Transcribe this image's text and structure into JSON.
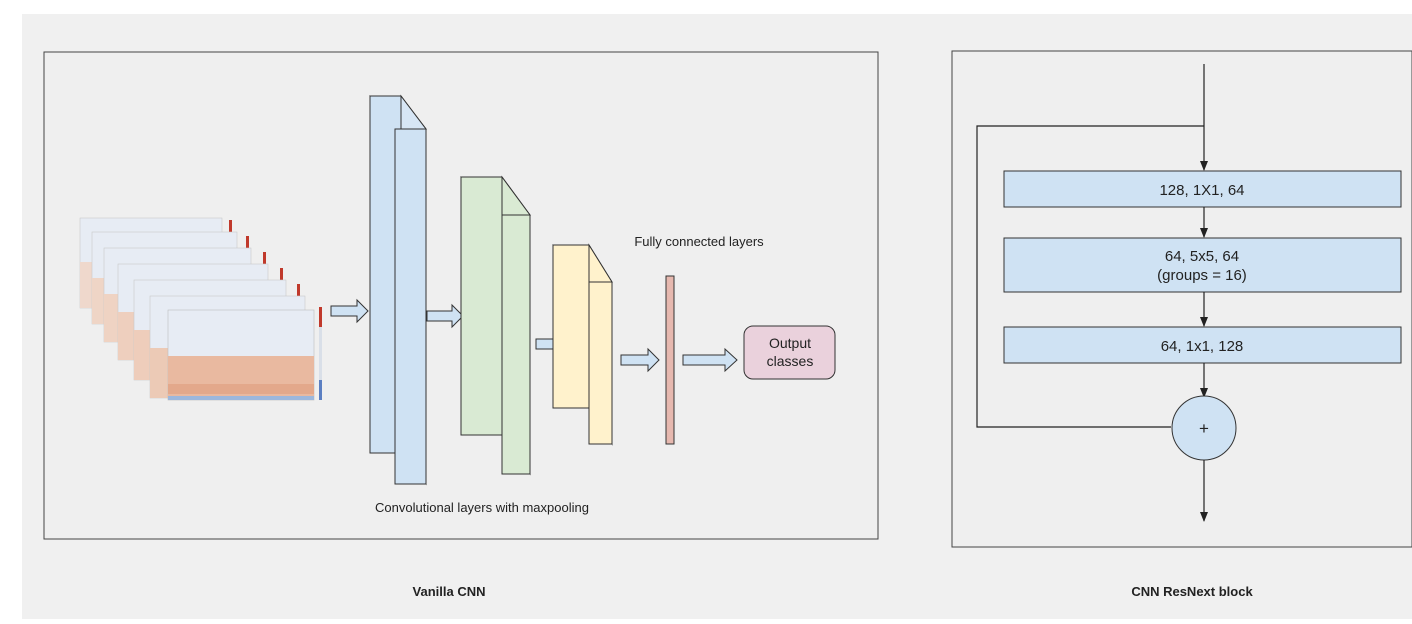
{
  "left_panel": {
    "caption": "Vanilla CNN",
    "fc_label": "Fully connected layers",
    "conv_label": "Convolutional layers with maxpooling",
    "output_line1": "Output",
    "output_line2": "classes"
  },
  "right_panel": {
    "caption": "CNN ResNext block",
    "block1": "128, 1X1, 64",
    "block2_line1": "64, 5x5, 64",
    "block2_line2": "(groups = 16)",
    "block3": "64, 1x1, 128",
    "sum_symbol": "+"
  },
  "colors": {
    "background": "#f0f0f0",
    "conv1_front": "#cfe2f3",
    "conv1_side": "#d7e6f5",
    "conv1_top": "#8a9aa8",
    "conv2_front": "#d9ead3",
    "conv2_top": "#889a7e",
    "conv3_front": "#fff2cc",
    "conv3_top": "#a79a6b",
    "fc_bar": "#e6b8af",
    "output_box": "#ead1dc",
    "block": "#cfe2f3"
  }
}
